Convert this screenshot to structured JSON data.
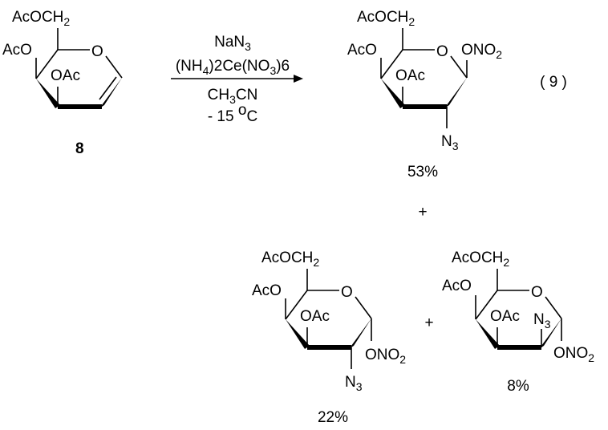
{
  "reaction_number": "( 9 )",
  "starting_material": {
    "label": "8",
    "ch2_group": "AcOCH",
    "ch2_sub": "2",
    "c4_group": "AcO",
    "c3_group": "OAc",
    "ring_oxygen": "O"
  },
  "conditions": {
    "reagent1": "NaN",
    "reagent1_sub": "3",
    "reagent2_a": "(NH",
    "reagent2_b": "4",
    "reagent2_c": ")2Ce(NO",
    "reagent2_d": "3",
    "reagent2_e": ")6",
    "solvent": "CH",
    "solvent_sub": "3",
    "solvent_end": "CN",
    "temperature": "- 15 ",
    "temp_deg": "o",
    "temp_unit": "C"
  },
  "products": [
    {
      "yield": "53%",
      "ch2_group": "AcOCH",
      "sub2": "2",
      "c4_group": "AcO",
      "c3_group": "OAc",
      "ring_oxygen": "O",
      "nitrate": "ONO",
      "nitrate_sub": "2",
      "azide": "N",
      "azide_sub": "3"
    },
    {
      "yield": "22%",
      "ch2_group": "AcOCH",
      "sub2": "2",
      "c4_group": "AcO",
      "c3_group": "OAc",
      "ring_oxygen": "O",
      "nitrate": "ONO",
      "nitrate_sub": "2",
      "azide": "N",
      "azide_sub": "3"
    },
    {
      "yield": "8%",
      "ch2_group": "AcOCH",
      "sub2": "2",
      "c4_group": "AcO",
      "c3_group": "OAc",
      "ring_oxygen": "O",
      "nitrate": "ONO",
      "nitrate_sub": "2",
      "azide": "N",
      "azide_sub": "3"
    }
  ],
  "plus_signs": [
    "+",
    "+"
  ]
}
